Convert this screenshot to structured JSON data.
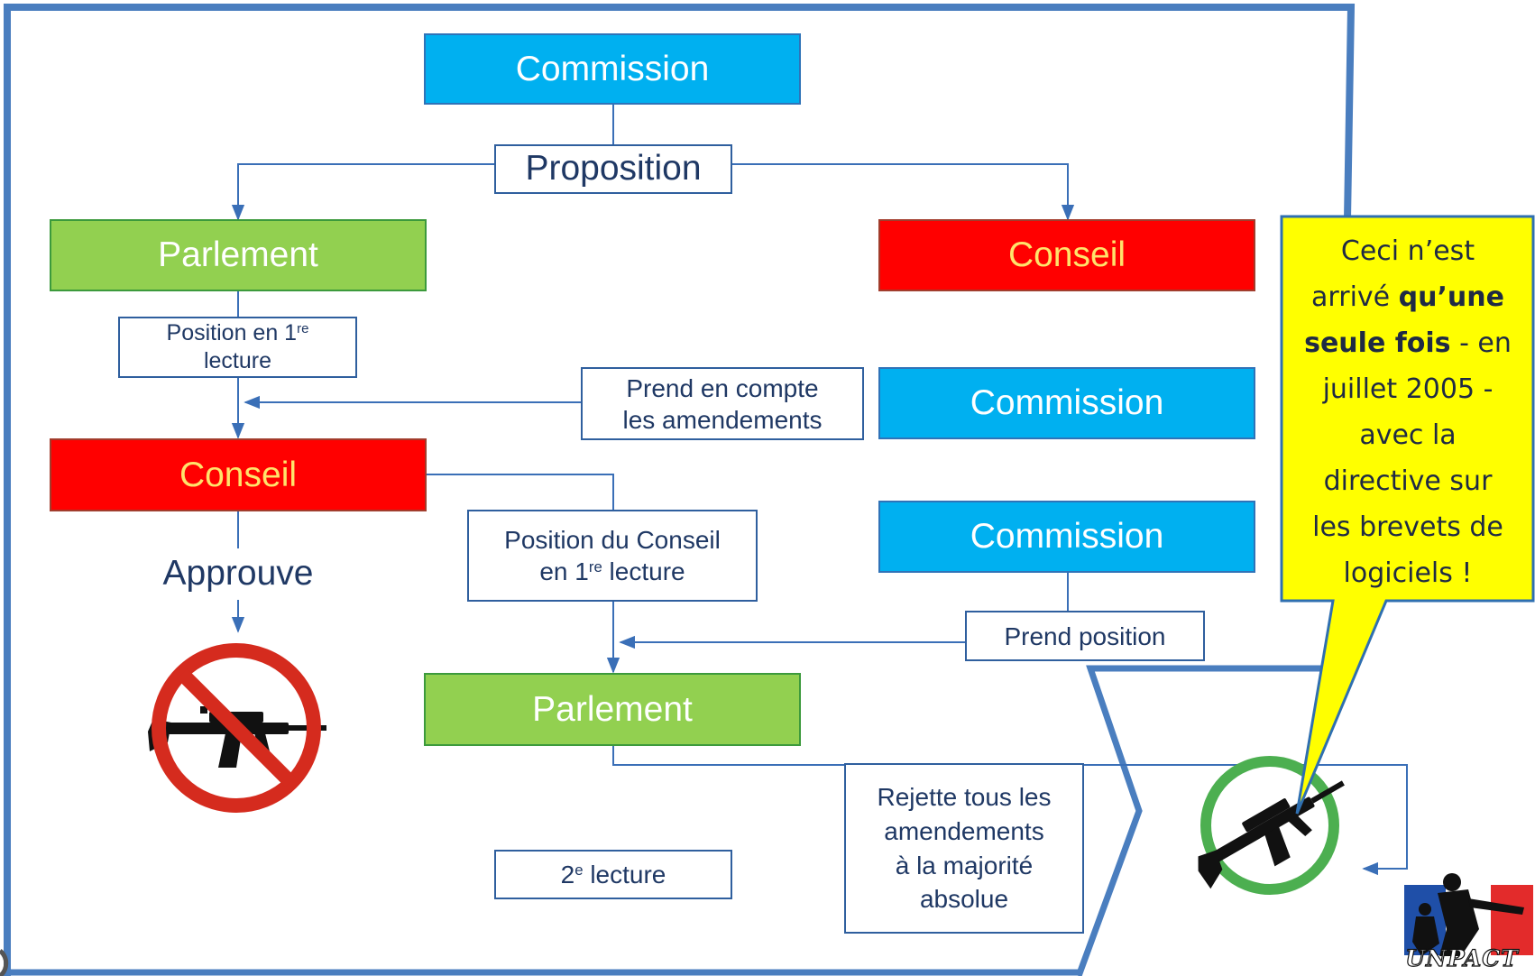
{
  "colors": {
    "commission": "#00b0f0",
    "parlement": "#92d050",
    "conseil": "#ff0000",
    "conseil_text": "#ffe36b",
    "frame": "#4a7ebf",
    "callout": "#ffff00"
  },
  "boxes": {
    "commission_top": "Commission",
    "parlement_first": "Parlement",
    "conseil_first": "Conseil",
    "commission_amend": "Commission",
    "conseil_second": "Conseil",
    "commission_position": "Commission",
    "parlement_second": "Parlement"
  },
  "labels": {
    "proposition": "Proposition",
    "position_first_reading": {
      "prefix": "Position en 1",
      "sup": "re",
      "line2": "lecture"
    },
    "takes_amendments": {
      "line1": "Prend en compte",
      "line2": "les amendements"
    },
    "council_position": {
      "line1": "Position du Conseil",
      "prefix": "en 1",
      "sup": "re",
      "suffix": " lecture"
    },
    "approves": "Approuve",
    "takes_position": "Prend position",
    "rejects": [
      "Rejette tous les",
      "amendements",
      "à la majorité",
      "absolue"
    ],
    "second_reading": {
      "prefix": "2",
      "sup": "e",
      "suffix": " lecture"
    }
  },
  "callout": {
    "line1": "Ceci n’est",
    "line2_before": "arrivé ",
    "line2_bold": "qu’une",
    "line3_bold": "seule fois",
    "line3_after": " - en",
    "line4": "juillet 2005 -",
    "line5": "avec la",
    "line6": "directive sur",
    "line7": "les brevets de",
    "line8": "logiciels !"
  },
  "logo": {
    "text": "UNPACT"
  },
  "icons": [
    "prohibited-rifle-icon",
    "allowed-rifle-icon",
    "unpact-logo"
  ]
}
